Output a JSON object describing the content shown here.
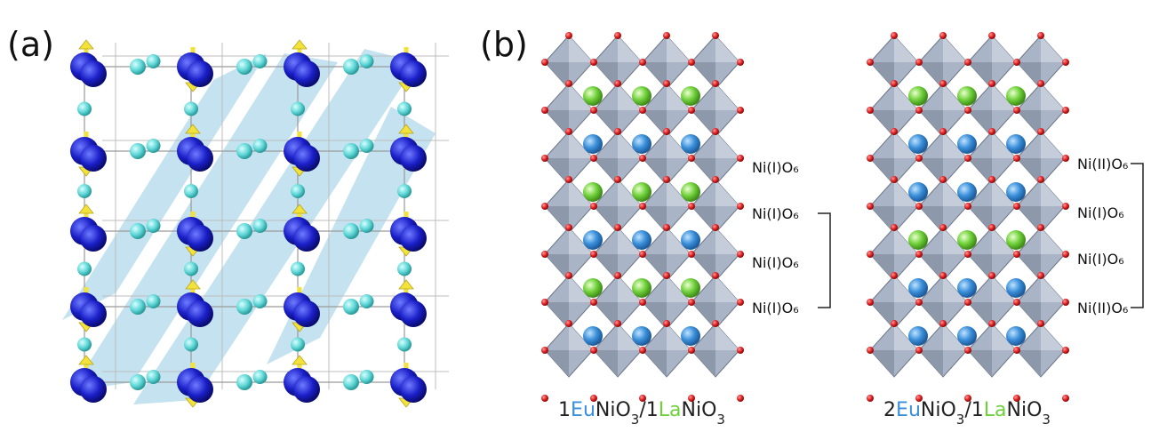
{
  "panels": {
    "a": {
      "label": "(a)"
    },
    "b": {
      "label": "(b)"
    }
  },
  "structures": [
    {
      "caption_parts": [
        {
          "text": "1",
          "color": "#222222"
        },
        {
          "text": "Eu",
          "color": "#3a8fd9"
        },
        {
          "text": "NiO",
          "color": "#222222"
        },
        {
          "text": "3",
          "color": "#222222",
          "sub": true
        },
        {
          "text": "/1",
          "color": "#222222"
        },
        {
          "text": "La",
          "color": "#6fd13a"
        },
        {
          "text": "NiO",
          "color": "#222222"
        },
        {
          "text": "3",
          "color": "#222222",
          "sub": true
        }
      ],
      "labels": [
        "Ni(I)O₆",
        "Ni(I)O₆",
        "Ni(I)O₆",
        "Ni(I)O₆"
      ],
      "layers": [
        "green",
        "blue",
        "green",
        "blue",
        "green",
        "blue"
      ]
    },
    {
      "caption_parts": [
        {
          "text": "2",
          "color": "#222222"
        },
        {
          "text": "Eu",
          "color": "#3a8fd9"
        },
        {
          "text": "NiO",
          "color": "#222222"
        },
        {
          "text": "3",
          "color": "#222222",
          "sub": true
        },
        {
          "text": "/1",
          "color": "#222222"
        },
        {
          "text": "La",
          "color": "#6fd13a"
        },
        {
          "text": "NiO",
          "color": "#222222"
        },
        {
          "text": "3",
          "color": "#222222",
          "sub": true
        }
      ],
      "labels": [
        "Ni(II)O₆",
        "Ni(I)O₆",
        "Ni(I)O₆",
        "Ni(II)O₆"
      ],
      "layers": [
        "green",
        "blue",
        "blue",
        "green",
        "blue",
        "blue"
      ]
    }
  ],
  "colors": {
    "eu_atom": "#3a8fd9",
    "la_atom": "#6fd13a",
    "oxygen": "#e01e1e",
    "octahedron": "#a9b4c6",
    "ni_atom": "#1a1fc8",
    "o_atom_a": "#6fe0e0",
    "spin_arrow": "#f3e23a",
    "stripe": "#7fbfe0"
  }
}
